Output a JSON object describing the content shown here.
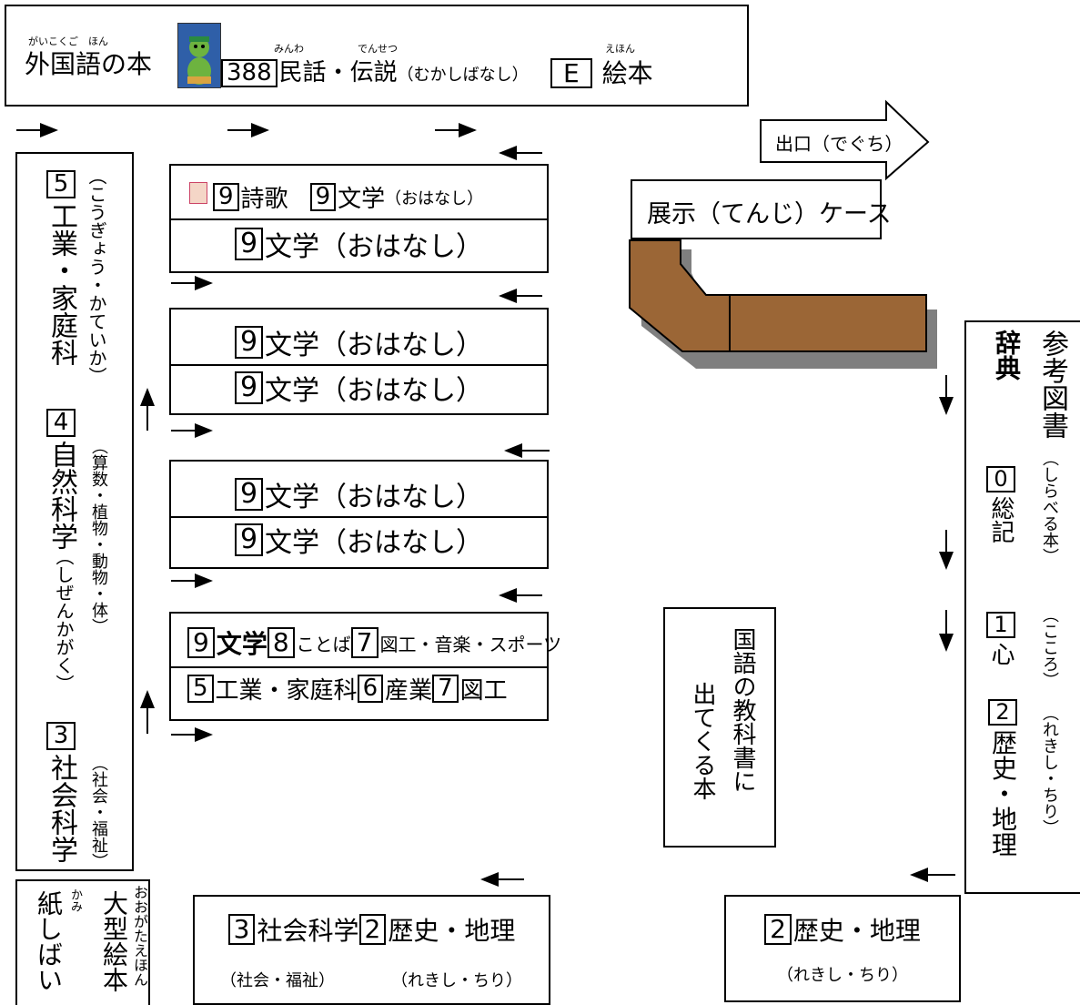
{
  "top_shelf": {
    "foreign": {
      "label": "外国語の本",
      "ruby": "がいこくご　ほん"
    },
    "folk": {
      "number": "388",
      "label": "民話・伝説",
      "note": "（むかしばなし）",
      "ruby1": "みんわ",
      "ruby2": "でんせつ"
    },
    "picture": {
      "number": "E",
      "label": "絵本",
      "ruby": "えほん"
    }
  },
  "exit": {
    "label": "出口（でぐち）"
  },
  "display_case": {
    "label": "展示（てんじ）ケース"
  },
  "left_shelf": {
    "s5": {
      "number": "5",
      "label": "工業・家庭科",
      "note": "（こうぎょう・かていか）"
    },
    "s4": {
      "number": "4",
      "label": "自然科学",
      "note1": "（しぜんかがく）",
      "note2": "（算数・植物・動物・体）"
    },
    "s3": {
      "number": "3",
      "label": "社会科学",
      "note": "（社会・福祉）"
    }
  },
  "center_shelves": [
    {
      "top": {
        "n1": "9",
        "l1": "詩歌",
        "n2": "9",
        "l2": "文学",
        "note": "（おはなし）"
      },
      "bottom": {
        "n": "9",
        "l": "文学（おはなし）"
      }
    },
    {
      "top": {
        "n": "9",
        "l": "文学（おはなし）"
      },
      "bottom": {
        "n": "9",
        "l": "文学（おはなし）"
      }
    },
    {
      "top": {
        "n": "9",
        "l": "文学（おはなし）"
      },
      "bottom": {
        "n": "9",
        "l": "文学（おはなし）"
      }
    }
  ],
  "mixed_shelf": {
    "top": {
      "n1": "9",
      "l1": "文学",
      "n2": "8",
      "l2": "ことば",
      "n3": "7",
      "l3": "図工・音楽・スポーツ"
    },
    "bottom": {
      "n1": "5",
      "l1": "工業・家庭科",
      "n2": "6",
      "l2": "産業",
      "n3": "7",
      "l3": "図工"
    }
  },
  "right_shelf": {
    "dict": "辞典",
    "ref": {
      "label": "参考図書",
      "note": "（しらべる本）"
    },
    "s0": {
      "number": "0",
      "label": "総記"
    },
    "s1": {
      "number": "1",
      "label": "心",
      "note": "（こころ）"
    },
    "s2": {
      "number": "2",
      "label": "歴史・地理",
      "note": "（れきし・ちり）"
    }
  },
  "textbook_shelf": {
    "line1": "国語の教科書に",
    "line2": "出てくる本"
  },
  "bottom_left": {
    "kami": "紙しばい",
    "kami_ruby": "かみ",
    "big": "大型絵本",
    "big_ruby": "おおがたえほん"
  },
  "bottom_center": {
    "number1": "3",
    "label1": "社会科学",
    "number2": "2",
    "label2": "歴史・地理",
    "note1": "（社会・福祉）",
    "note2": "（れきし・ちり）"
  },
  "bottom_right": {
    "number": "2",
    "label": "歴史・地理",
    "note": "（れきし・ちり）"
  },
  "colors": {
    "case": "#9b6636",
    "case_shadow": "#7f7f7f",
    "icon_bg": "#2f5fa8"
  }
}
